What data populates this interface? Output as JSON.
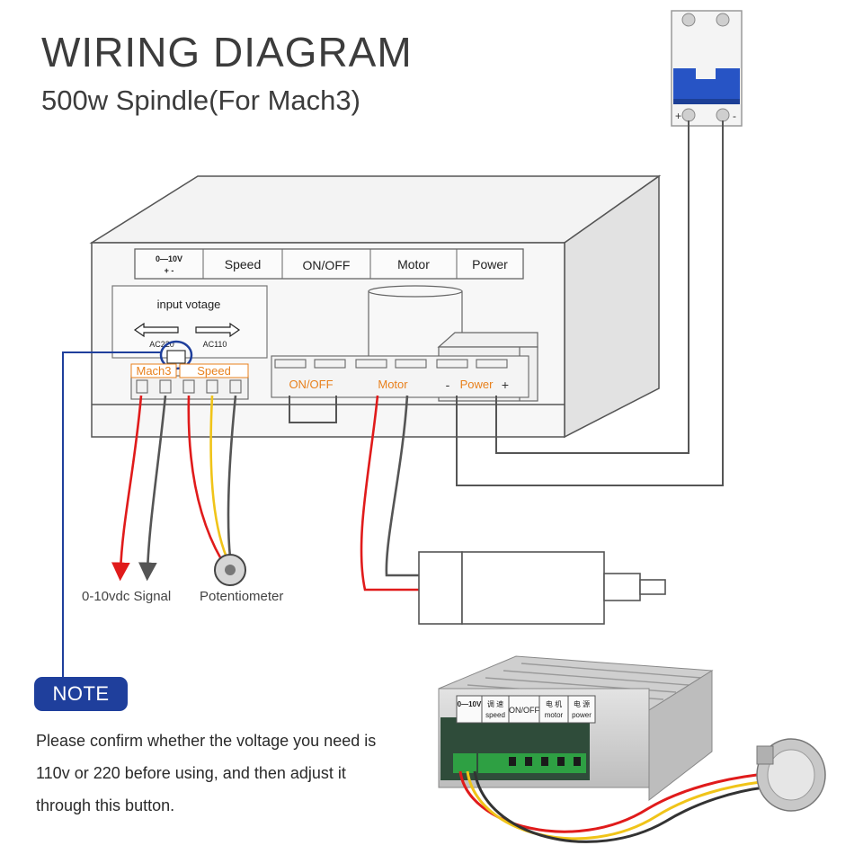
{
  "header": {
    "title": "WIRING DIAGRAM",
    "subtitle": "500w Spindle(For Mach3)"
  },
  "breaker": {
    "plus_label": "+",
    "minus_label": "-"
  },
  "panel": {
    "labels": {
      "range": "0—10V",
      "range_polarity": "+    -",
      "speed": "Speed",
      "onoff": "ON/OFF",
      "motor": "Motor",
      "power": "Power"
    },
    "voltage_box": {
      "title": "input votage",
      "left": "AC220",
      "right": "AC110"
    },
    "terminals": {
      "mach3": "Mach3",
      "speed": "Speed",
      "onoff": "ON/OFF",
      "motor": "Motor",
      "power": "Power",
      "power_minus": "-",
      "power_plus": "+"
    }
  },
  "outputs": {
    "signal": "0-10vdc Signal",
    "potentiometer": "Potentiometer"
  },
  "photo": {
    "range": "0—10V",
    "speed": "调 速",
    "speed_en": "speed",
    "onoff": "ON/OFF",
    "motor": "电 机",
    "motor_en": "motor",
    "power": "电 源",
    "power_en": "power"
  },
  "note": {
    "badge": "NOTE",
    "text": "Please confirm whether the voltage you need is 110v or 220 before using, and then adjust it through this button."
  },
  "colors": {
    "highlight": "#1f3f9c",
    "label_orange": "#e8801c",
    "wire_red": "#e01b1b",
    "wire_gray": "#555555",
    "wire_yellow": "#f0c419",
    "breaker_blue": "#2754c5"
  }
}
